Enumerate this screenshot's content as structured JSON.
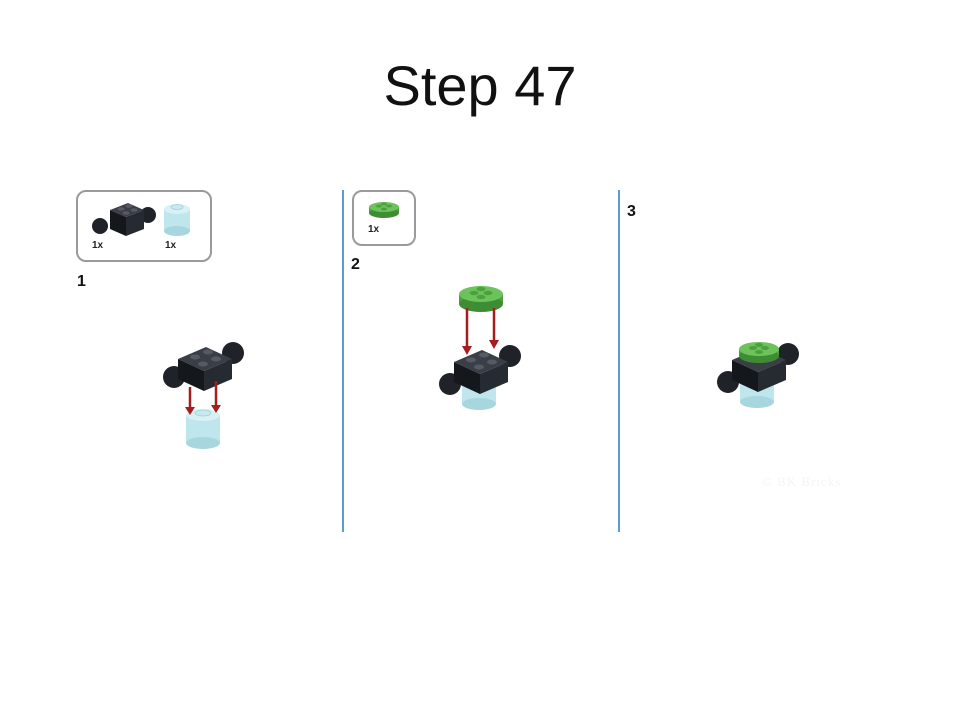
{
  "slide": {
    "title": "Step 47"
  },
  "panels": [
    {
      "step_number": "1",
      "parts": [
        {
          "name": "black-brick-2x2-with-ball-joints",
          "color": "#1f2329",
          "quantity": "1x"
        },
        {
          "name": "trans-light-blue-round-brick",
          "color": "#bfe6ec",
          "quantity": "1x"
        }
      ]
    },
    {
      "step_number": "2",
      "parts": [
        {
          "name": "green-round-plate-2x2",
          "color": "#5db54d",
          "quantity": "1x"
        }
      ]
    },
    {
      "step_number": "3",
      "parts": []
    }
  ],
  "colors": {
    "divider": "#5b9bd5",
    "arrow": "#a51d1d",
    "black_brick": "#1f2329",
    "trans_light_blue": "#bfe6ec",
    "green_plate": "#5db54d"
  },
  "watermark": {
    "text": "© BK Bricks"
  }
}
